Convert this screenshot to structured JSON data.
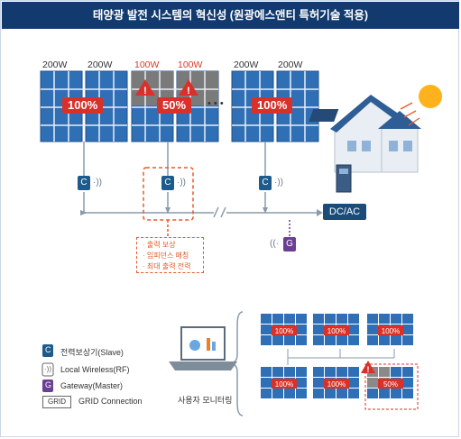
{
  "title": "태양광 발전 시스템의 혁신성 (원광에스앤티 특허기술 적용)",
  "panels": [
    {
      "watts": [
        "200W",
        "200W"
      ],
      "percent": "100%",
      "warning": false
    },
    {
      "watts": [
        "100W",
        "100W"
      ],
      "percent": "50%",
      "warning": true
    },
    {
      "watts": [
        "200W",
        "200W"
      ],
      "percent": "100%",
      "warning": false
    }
  ],
  "ellipsis": "• • •",
  "badge_c": "C",
  "badge_g": "G",
  "dcac": "DC/AC",
  "callout": [
    "· 출력 보상",
    "· 임피던스 매칭",
    "· 최대 출력 전력"
  ],
  "monitor_label": "사용자 모니터링",
  "monitor_panels": [
    "100%",
    "100%",
    "100%",
    "100%",
    "100%",
    "50%"
  ],
  "legend": {
    "c_label": "전력보상기(Slave)",
    "wifi_label": "Local Wireless(RF)",
    "g_label": "Gateway(Master)",
    "grid_tag": "GRID",
    "grid_label": "GRID Connection"
  },
  "colors": {
    "title_bg": "#123a6e",
    "panel": "#2f6fb5",
    "warn": "#d8312a",
    "dash": "#e85a2a",
    "accent": "#1c5b8c",
    "gateway": "#6b3f93"
  }
}
